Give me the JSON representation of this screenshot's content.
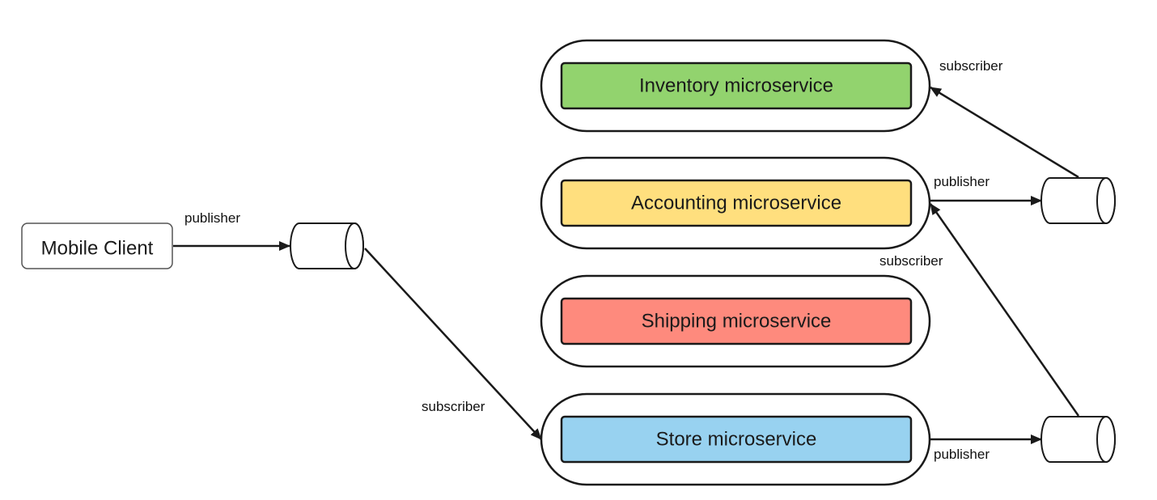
{
  "diagram": {
    "client": {
      "label": "Mobile Client"
    },
    "services": {
      "inventory": {
        "label": "Inventory microservice",
        "color": "#92d36e"
      },
      "accounting": {
        "label": "Accounting microservice",
        "color": "#ffdf7e"
      },
      "shipping": {
        "label": "Shipping microservice",
        "color": "#fe8a7d"
      },
      "store": {
        "label": "Store microservice",
        "color": "#98d2f0"
      }
    },
    "edge_labels": {
      "client_publisher": "publisher",
      "store_subscriber": "subscriber",
      "inventory_subscriber": "subscriber",
      "accounting_publisher": "publisher",
      "accounting_subscriber": "subscriber",
      "store_publisher": "publisher"
    },
    "queues": [
      "queue-client",
      "queue-accounting",
      "queue-store"
    ],
    "colors": {
      "stroke": "#1a1a1a",
      "container_fill": "#ffffff",
      "client_fill": "#ffffff"
    }
  }
}
